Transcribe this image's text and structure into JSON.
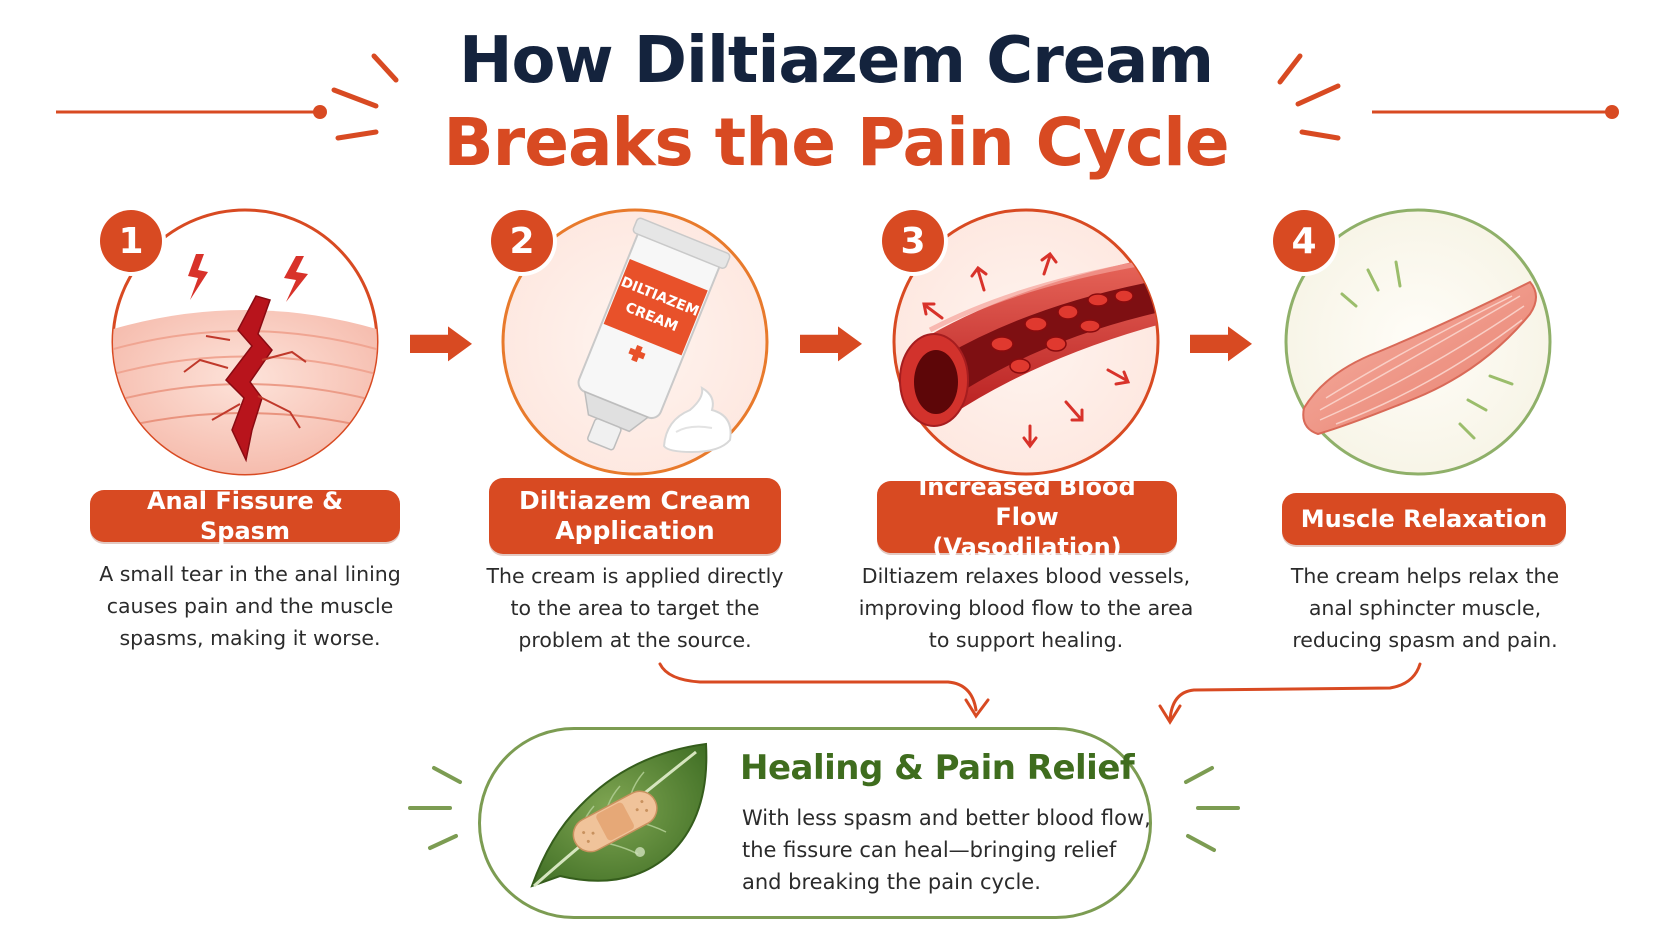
{
  "title": {
    "line1": "How Diltiazem Cream",
    "line2": "Breaks the Pain Cycle"
  },
  "colors": {
    "accent": "#d84a22",
    "navy": "#14233d",
    "green": "#3f6d1e",
    "green_border": "#7c9c52"
  },
  "steps": [
    {
      "number": "1",
      "label": "Anal Fissure & Spasm",
      "description": "A small tear in the anal lining\ncauses pain and the muscle\nspasms, making it worse.",
      "icon": "fissure-icon"
    },
    {
      "number": "2",
      "label": "Diltiazem Cream\nApplication",
      "description": "The cream is applied directly\nto the area to target the\nproblem at the source.",
      "icon": "cream-tube-icon",
      "tube_text": "DILTIAZEM\nCREAM"
    },
    {
      "number": "3",
      "label": "Increased Blood Flow\n(Vasodilation)",
      "description": "Diltiazem relaxes blood vessels,\nimproving blood flow to the area\nto support healing.",
      "icon": "blood-vessel-icon"
    },
    {
      "number": "4",
      "label": "Muscle Relaxation",
      "description": "The cream helps relax the\nanal sphincter muscle,\nreducing spasm and pain.",
      "icon": "muscle-icon"
    }
  ],
  "relief": {
    "title": "Healing & Pain Relief",
    "text": "With less spasm and better blood flow,\nthe fissure can heal—bringing relief\nand breaking the pain cycle.",
    "icon": "leaf-bandage-icon"
  }
}
